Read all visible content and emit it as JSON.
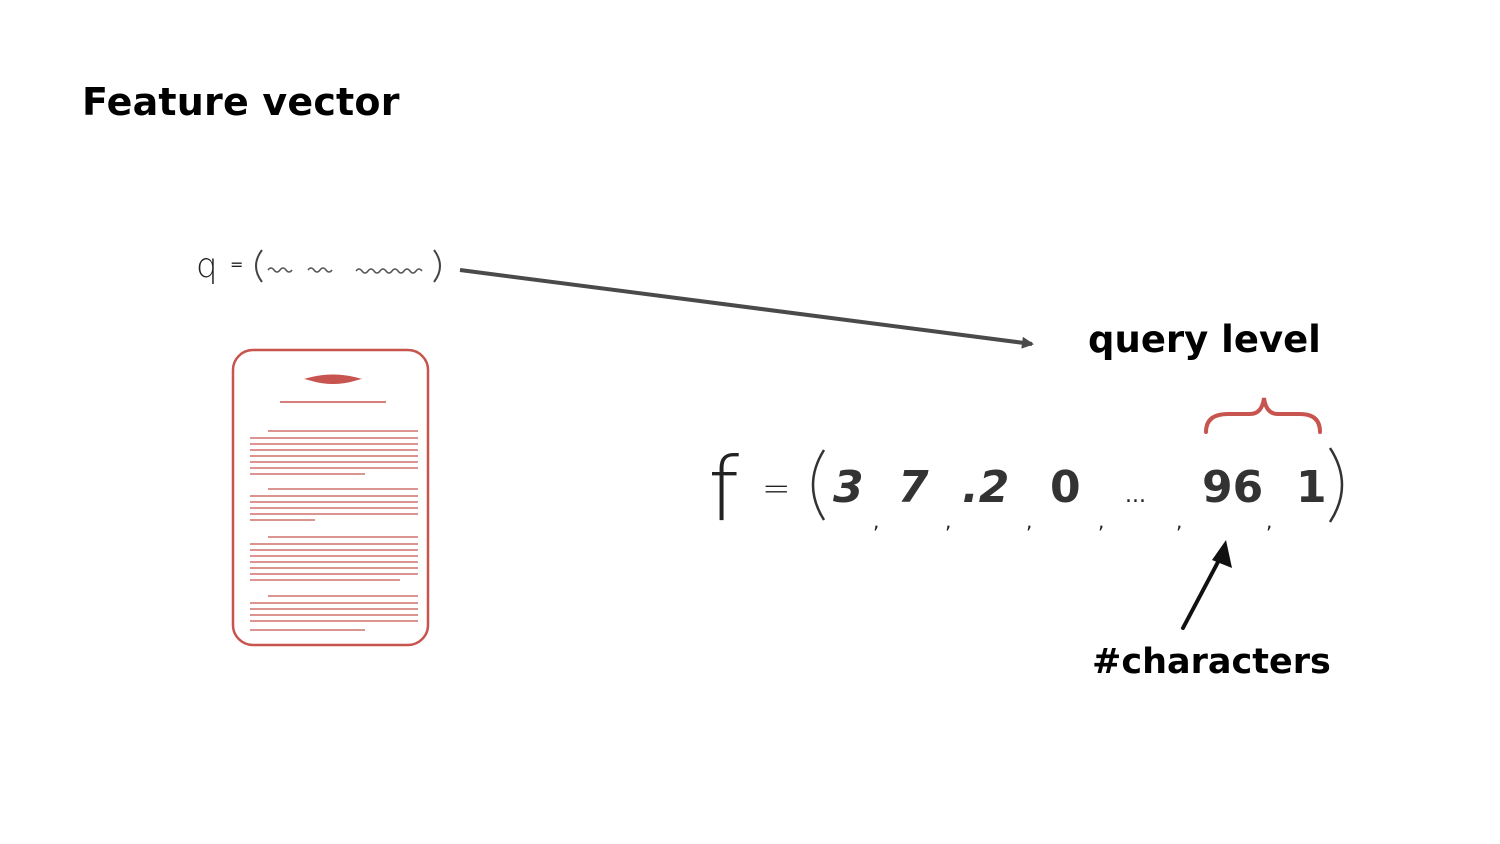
{
  "slide": {
    "title": "Feature vector"
  },
  "query": {
    "symbol": "q",
    "equals": "="
  },
  "vector": {
    "symbol": "f",
    "equals": "=",
    "open_paren": "(",
    "close_paren": ")",
    "components": [
      "3",
      "7",
      ".2",
      "0",
      "...",
      "96",
      "1"
    ]
  },
  "annotations": {
    "query_level": "query level",
    "characters": "#characters"
  },
  "colors": {
    "document": "#c8544f",
    "brace": "#c8544f",
    "arrow": "#4a4a4a",
    "text": "#000000"
  },
  "icons": {
    "document": "document-icon",
    "query_arrow": "arrow-right-icon",
    "pointer_arrow": "arrow-up-icon",
    "brace": "curly-brace-icon"
  }
}
